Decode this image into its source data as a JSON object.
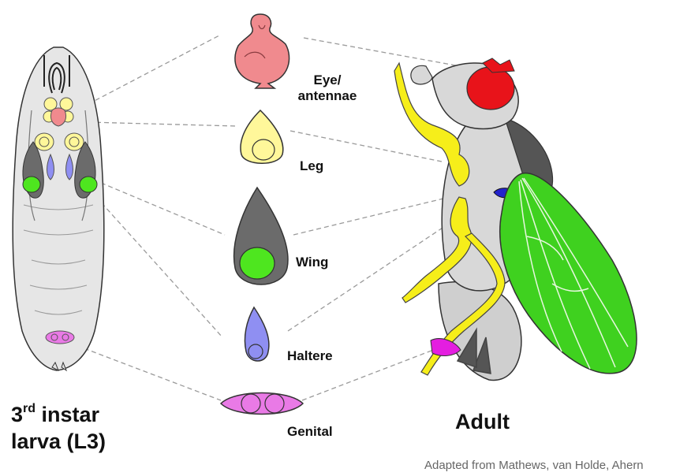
{
  "labels": {
    "eye_antennae_line1": "Eye/",
    "eye_antennae_line2": "antennae",
    "leg": "Leg",
    "wing": "Wing",
    "haltere": "Haltere",
    "genital": "Genital",
    "larva_line1_num": "3",
    "larva_line1_sup": "rd",
    "larva_line1_rest": " instar",
    "larva_line2": "larva (L3)",
    "adult": "Adult"
  },
  "credit": "Adapted from Mathews, van Holde, Ahern",
  "colors": {
    "eye_disc": "#f08a8e",
    "leg_disc": "#fff79a",
    "wing_disc_outer": "#6b6b6b",
    "wing_disc_inner": "#4ee61f",
    "haltere_disc": "#8f8ff2",
    "genital_disc": "#e97ae6",
    "larva_body": "#e6e6e6",
    "fly_body": "#d8d8d8",
    "fly_eye": "#e8131a",
    "fly_wing": "#3fd11f",
    "fly_leg": "#f6ee1a",
    "connector": "#9a9a9a"
  }
}
